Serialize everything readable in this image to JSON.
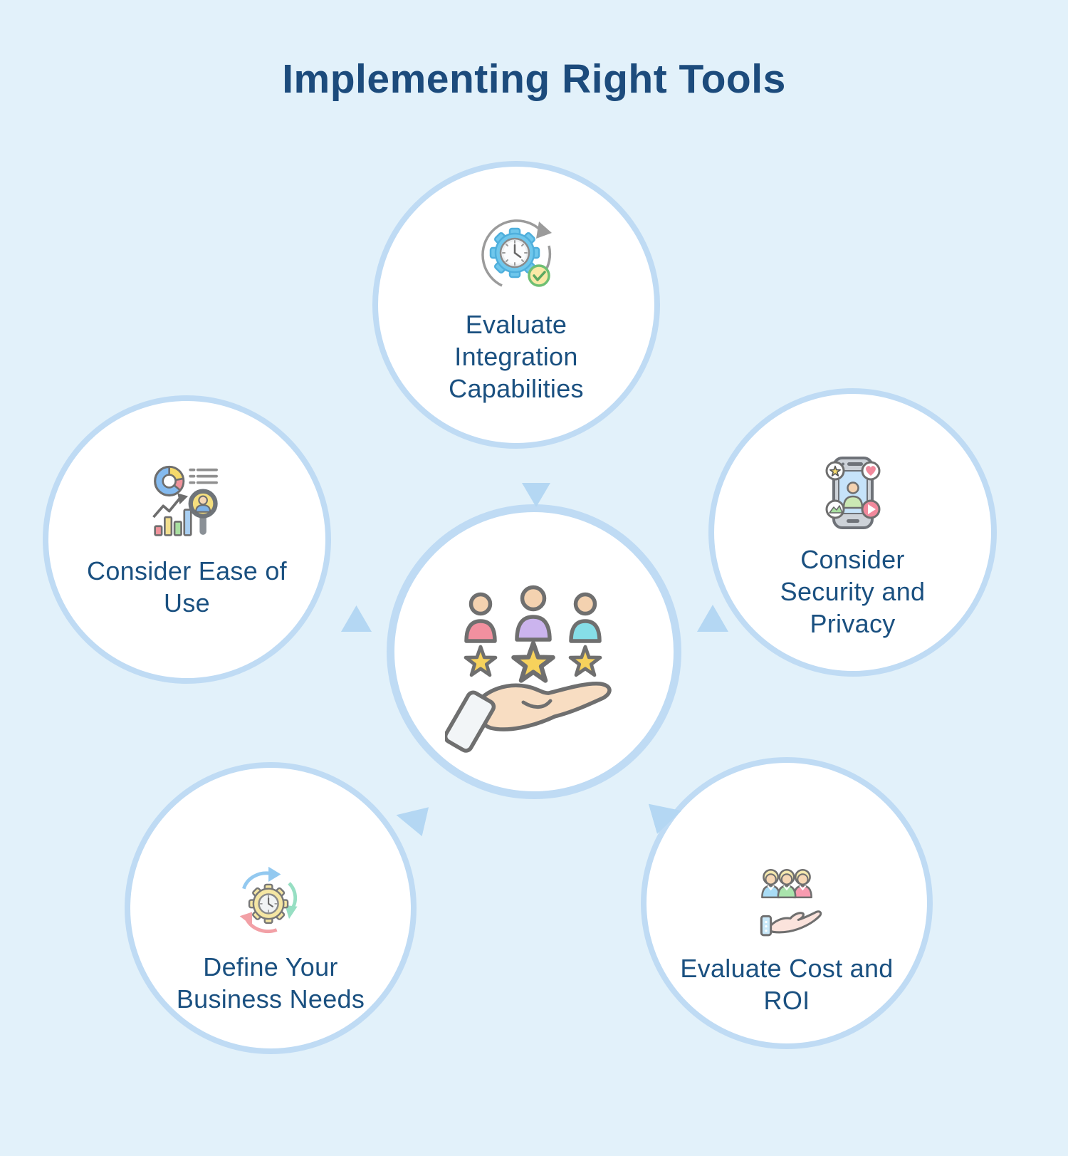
{
  "title": "Implementing Right Tools",
  "colors": {
    "background": "#E2F1FA",
    "circle_fill": "#FFFFFF",
    "circle_border": "#BFDBF4",
    "arrow": "#B4D7F3",
    "heading_text": "#1C4B7C",
    "label_text": "#1A5080"
  },
  "center_node": {
    "icon": "customer-rating-hand-icon"
  },
  "nodes": [
    {
      "position": "top",
      "icon": "gear-clock-sync-icon",
      "label": "Evaluate\nIntegration\nCapabilities"
    },
    {
      "position": "left",
      "icon": "analytics-magnifier-icon",
      "label": "Consider Ease of\nUse"
    },
    {
      "position": "right",
      "icon": "mobile-privacy-icon",
      "label": "Consider\nSecurity and\nPrivacy"
    },
    {
      "position": "bottom-left",
      "icon": "gear-cycle-icon",
      "label": "Define Your\nBusiness Needs"
    },
    {
      "position": "bottom-right",
      "icon": "team-hand-icon",
      "label": "Evaluate Cost and\nROI"
    }
  ],
  "arrows": [
    {
      "id": "top",
      "direction": "down"
    },
    {
      "id": "left",
      "direction": "up"
    },
    {
      "id": "right",
      "direction": "up"
    },
    {
      "id": "bottom-left",
      "direction": "left"
    },
    {
      "id": "bottom-right",
      "direction": "right"
    }
  ]
}
